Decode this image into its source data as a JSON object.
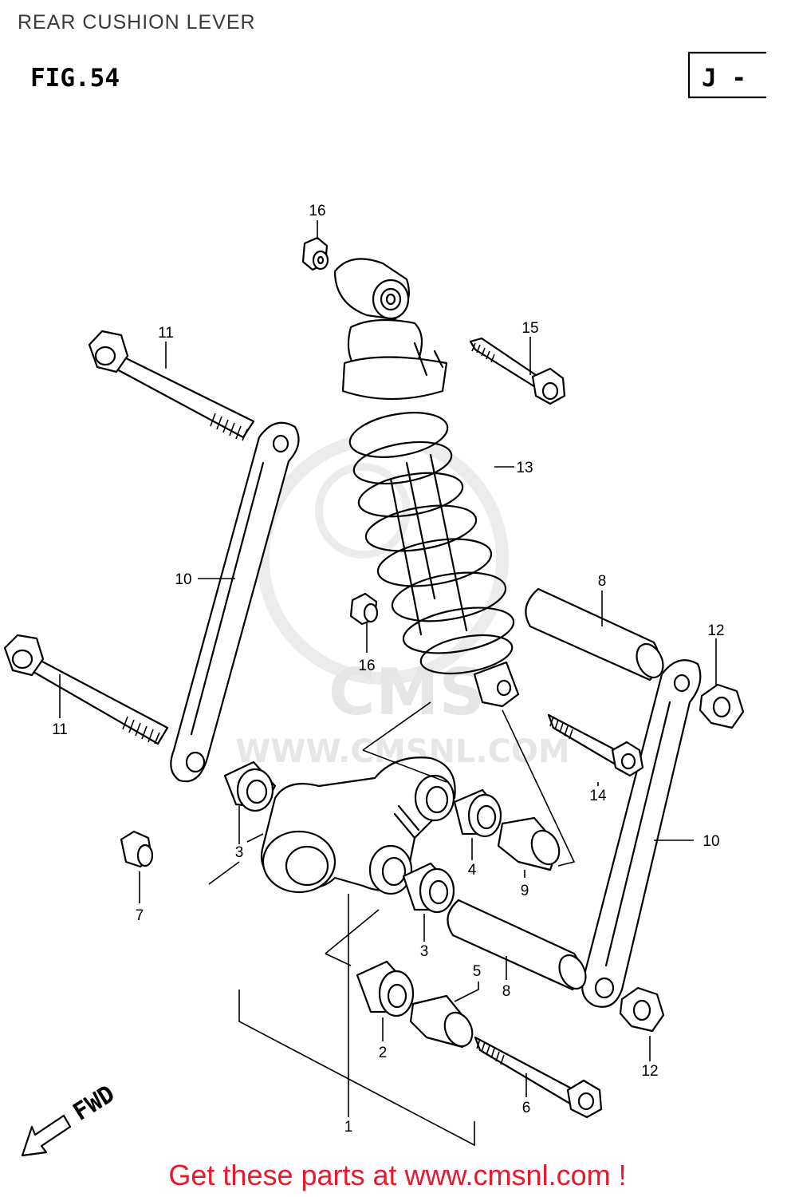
{
  "page_title": "REAR CUSHION LEVER",
  "figure_label": "FIG.54",
  "variant_label": "J -",
  "fwd_label": "FWD",
  "watermark": {
    "logo_text": "CMS",
    "url_text": "WWW.CMSNL.COM"
  },
  "callouts": {
    "c1": "1",
    "c2": "2",
    "c3a": "3",
    "c3b": "3",
    "c4": "4",
    "c5": "5",
    "c6": "6",
    "c7": "7",
    "c8a": "8",
    "c8b": "8",
    "c9": "9",
    "c10a": "10",
    "c10b": "10",
    "c11a": "11",
    "c11b": "11",
    "c12a": "12",
    "c12b": "12",
    "c13": "13",
    "c14": "14",
    "c15": "15",
    "c16a": "16",
    "c16b": "16"
  },
  "footer_banner": "Get these parts at www.cmsnl.com !"
}
